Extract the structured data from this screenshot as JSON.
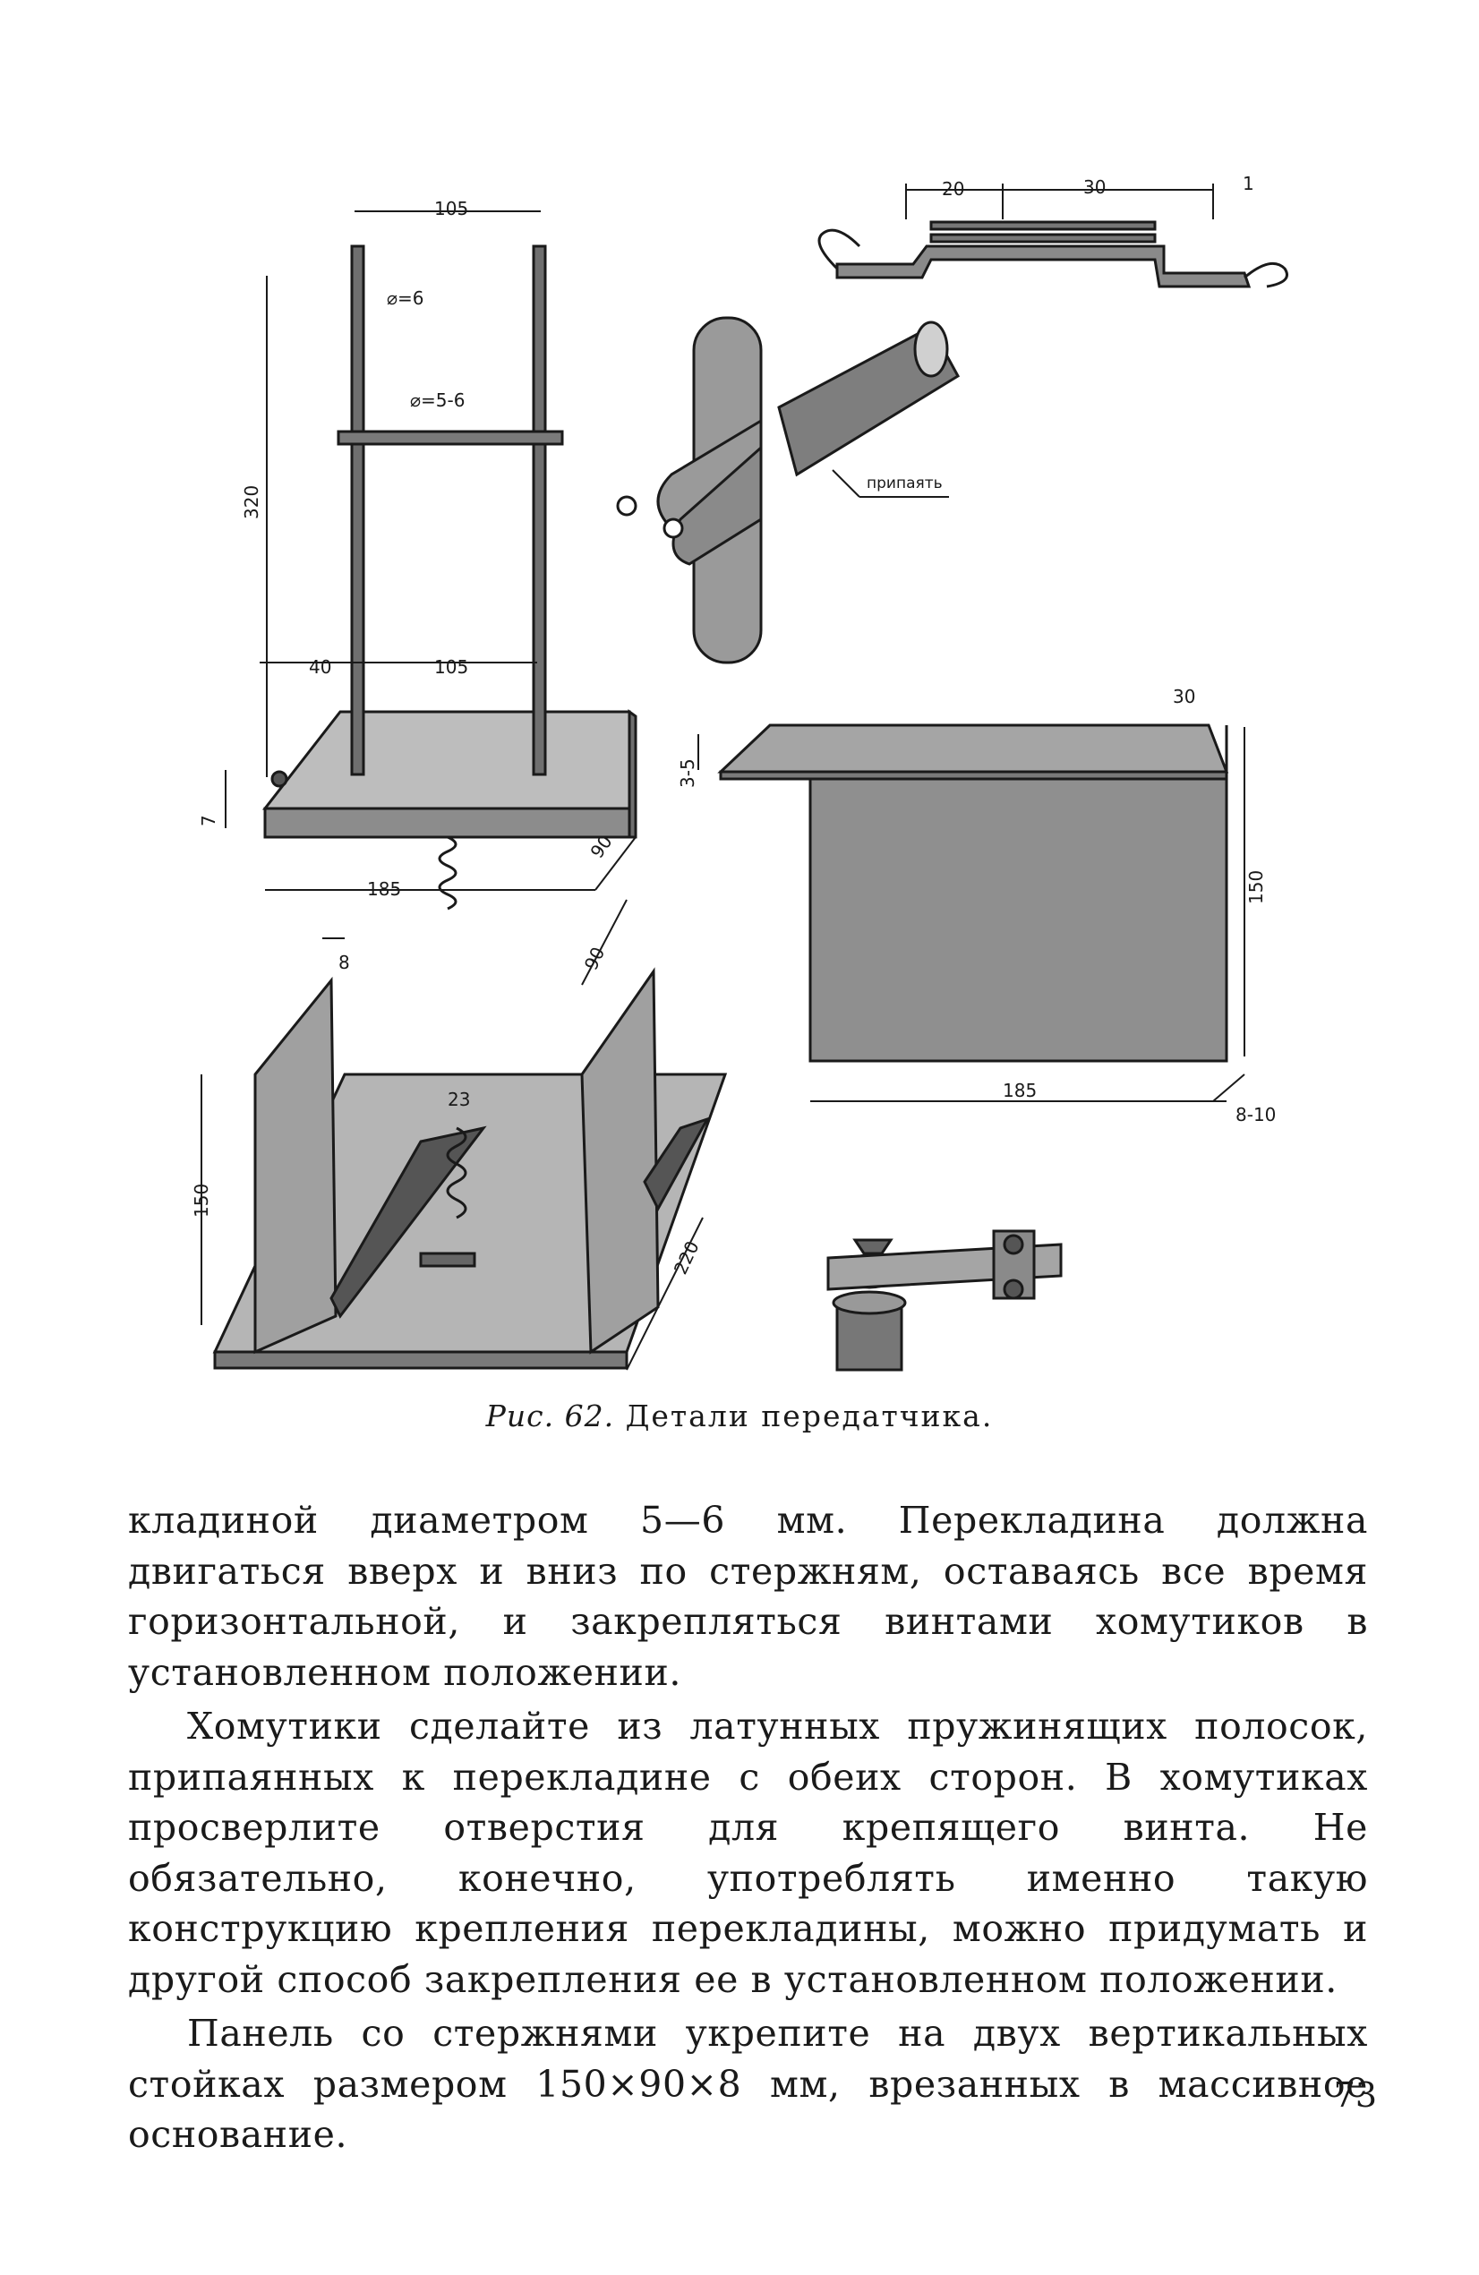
{
  "figure": {
    "dimension_labels": {
      "stand_top_width": "105",
      "rod_diameter": "⌀=6",
      "crossbar_diameter": "⌀=5-6",
      "stand_height": "320",
      "offset_40": "40",
      "spacing_105": "105",
      "base_thickness": "7",
      "base_depth": "90",
      "base_width": "185",
      "clamp_20": "20",
      "clamp_30": "30",
      "clamp_1": "1",
      "solder_label": "припаять",
      "panel_flange": "30",
      "panel_thickness": "3-5",
      "panel_height": "150",
      "panel_width": "185",
      "panel_offset": "8-10",
      "post_thickness": "8",
      "post_width": "90",
      "coil_spacing": "23",
      "post_height": "150",
      "big_base_depth": "220"
    },
    "caption_prefix": "Рис. 62.",
    "caption_text": "Детали передатчика."
  },
  "body": {
    "paragraphs": [
      "кладиной диаметром 5—6 мм. Перекладина должна двигаться вверх и вниз по стержням, оставаясь все время горизонтальной, и закрепляться винтами хомутиков в установленном положении.",
      "Хомутики сделайте из латунных пружинящих полосок, припаянных к перекладине с обеих сторон. В хомутиках просверлите отверстия для крепящего винта. Не обязательно, конечно, употреблять именно такую конструкцию крепления перекладины, можно придумать и другой способ закрепления ее в установленном положении.",
      "Панель со стержнями укрепите на двух вертикальных стойках размером 150×90×8 мм, врезанных в массивное основание."
    ]
  },
  "page_number": "73"
}
